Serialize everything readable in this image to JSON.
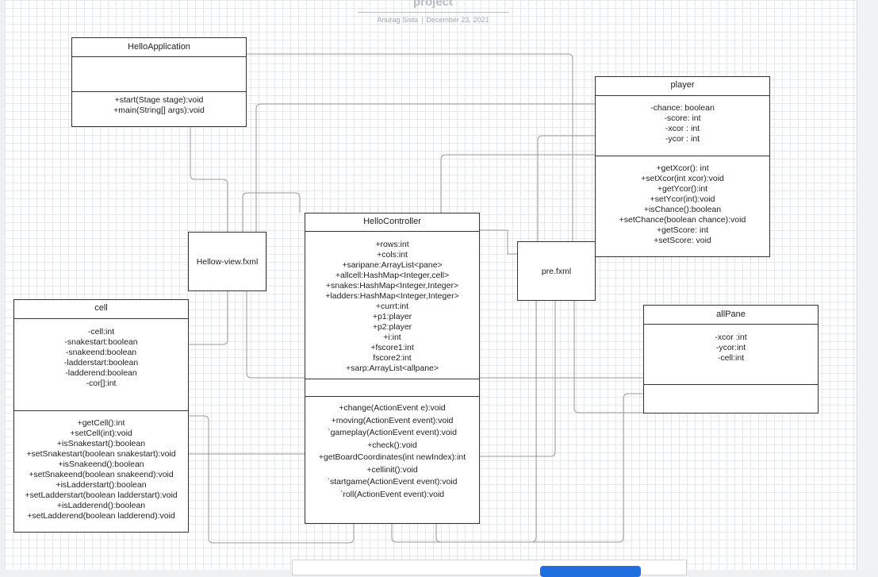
{
  "header": {
    "title": "project",
    "author": "Anurag Sista",
    "separator": "|",
    "date": "December 23, 2021"
  },
  "classes": {
    "hello_application": {
      "name": "HelloApplication",
      "attributes": [],
      "methods": [
        "+start(Stage stage):void",
        "+main(String[] args):void"
      ]
    },
    "player": {
      "name": "player",
      "attributes": [
        "-chance:  boolean",
        "-score: int",
        "-xcor : int",
        "-ycor :  int"
      ],
      "methods": [
        "+getXcor(): int",
        "+setXcor(int xcor):void",
        "+getYcor():int",
        "+setYcor(int):void",
        "+isChance():boolean",
        "+setChance(boolean  chance):void",
        "+getScore: int",
        "+setScore: void"
      ]
    },
    "hello_controller": {
      "name": "HelloController",
      "attributes": [
        "+rows:int",
        "+cols:int",
        "+saripane:ArrayList<pane>",
        "+allcell:HashMap<Integer,cell>",
        "+snakes:HashMap<Integer,Integer>",
        "+ladders:HashMap<Integer,Integer>",
        "+currt:int",
        "+p1:player",
        "+p2:player",
        "+i:int",
        "+fscore1:int",
        "fscore2:int",
        "+sarp:ArrayList<allpane>"
      ],
      "methods": [
        "+change(ActionEvent e):void",
        "+moving(ActionEvent event):void",
        "`gameplay(ActionEvent event):void",
        "+check():void",
        "+getBoardCoordinates(int newIndex):int",
        "+cellinit():void",
        "`startgame(ActionEvent event):void",
        "`roll(ActionEvent event):void"
      ]
    },
    "cell": {
      "name": "cell",
      "attributes": [
        "-cell:int",
        "-snakestart:boolean",
        "-snakeend:boolean",
        "-ladderstart:boolean",
        "-ladderend:boolean",
        "-cor[]:int"
      ],
      "methods": [
        "+getCell():int",
        "+setCell(int):void",
        "+isSnakestart():boolean",
        "+setSnakestart(boolean snakestart):void",
        "+isSnakeend():boolean",
        "+setSnakeend(boolean snakeend):void",
        "+isLadderstart():boolean",
        "+setLadderstart(boolean ladderstart):void",
        "+isLadderend():boolean",
        "+setLadderend(boolean ladderend):void"
      ]
    },
    "all_pane": {
      "name": "allPane",
      "attributes": [
        "-xcor :int",
        "-ycor:int",
        "-cell:int"
      ],
      "methods": []
    }
  },
  "files": {
    "hellow_view": "Hellow-view.fxml",
    "pre": "pre.fxml"
  },
  "colors": {
    "connector": "#999999",
    "box_border": "#333333",
    "grid": "#e6e8ec",
    "accent_button": "#1f6fe0"
  }
}
